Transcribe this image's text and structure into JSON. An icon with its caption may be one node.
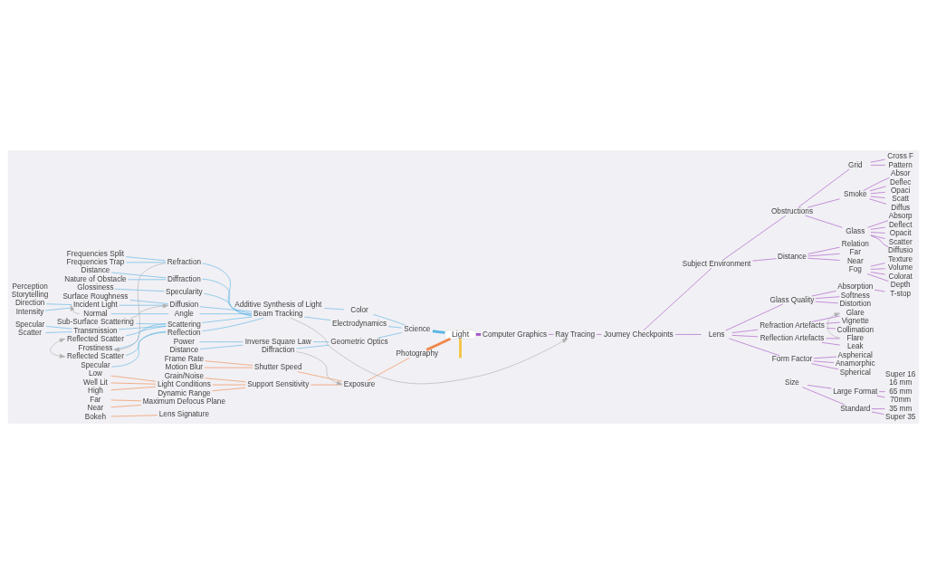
{
  "diagram": {
    "nodes": [
      {
        "text": [
          "Light"
        ]
      },
      {
        "text": [
          "Computer Graphics"
        ]
      },
      {
        "text": [
          "Ray Tracing"
        ]
      },
      {
        "text": [
          "Journey Checkpoints"
        ]
      },
      {
        "text": [
          "Subject Environment"
        ]
      },
      {
        "text": [
          "Fog"
        ]
      },
      {
        "text": [
          "Depth"
        ]
      },
      {
        "text": [
          "Texture"
        ]
      },
      {
        "text": [
          "Volume"
        ]
      },
      {
        "text": [
          "Colorat"
        ]
      },
      {
        "text": [
          "Obstructions"
        ]
      },
      {
        "text": [
          "Smoke"
        ]
      },
      {
        "text": [
          "Deflec"
        ]
      },
      {
        "text": [
          "Opaci"
        ]
      },
      {
        "text": [
          "Scatt"
        ]
      },
      {
        "text": [
          "Diffus"
        ]
      },
      {
        "text": [
          "Absor"
        ]
      },
      {
        "text": [
          "Glass"
        ]
      },
      {
        "text": [
          "Deflect"
        ]
      },
      {
        "text": [
          "Opacit"
        ]
      },
      {
        "text": [
          "Scatter"
        ]
      },
      {
        "text": [
          "Diffusio"
        ]
      },
      {
        "text": [
          "Absorp"
        ]
      },
      {
        "text": [
          "Grid"
        ]
      },
      {
        "text": [
          "Pattern"
        ]
      },
      {
        "text": [
          "Cross F"
        ]
      },
      {
        "text": [
          "Distance"
        ]
      },
      {
        "text": [
          "Far"
        ]
      },
      {
        "text": [
          "Near"
        ]
      },
      {
        "text": [
          "Relation"
        ]
      },
      {
        "text": [
          "Lens"
        ]
      },
      {
        "text": [
          "Glass Quality"
        ]
      },
      {
        "text": [
          "Softness"
        ]
      },
      {
        "text": [
          "Distortion"
        ]
      },
      {
        "text": [
          "Absorption"
        ]
      },
      {
        "text": [
          "T-stop"
        ]
      },
      {
        "text": [
          "Refraction Artefacts"
        ]
      },
      {
        "text": [
          "Vignette"
        ]
      },
      {
        "text": [
          "Collimation"
        ]
      },
      {
        "text": [
          "Glare"
        ]
      },
      {
        "text": [
          "Reflection Artefacts"
        ]
      },
      {
        "text": [
          "Flare"
        ]
      },
      {
        "text": [
          "Leak"
        ]
      },
      {
        "text": [
          "Form Factor"
        ]
      },
      {
        "text": [
          "Anamorphic"
        ]
      },
      {
        "text": [
          "Spherical"
        ]
      },
      {
        "text": [
          "Aspherical"
        ]
      },
      {
        "text": [
          "Size"
        ]
      },
      {
        "text": [
          "Large Format"
        ]
      },
      {
        "text": [
          "70mm"
        ]
      },
      {
        "text": [
          "65 mm"
        ]
      },
      {
        "text": [
          "Standard"
        ]
      },
      {
        "text": [
          "Super 35"
        ]
      },
      {
        "text": [
          "35 mm"
        ]
      },
      {
        "text": [
          "Super 16"
        ]
      },
      {
        "text": [
          "16 mm"
        ]
      },
      {
        "text": [
          "Photography"
        ]
      },
      {
        "text": [
          "Exposure"
        ]
      },
      {
        "text": [
          "Maximum Defocus Plane"
        ]
      },
      {
        "text": [
          "Near"
        ]
      },
      {
        "text": [
          "Far"
        ]
      },
      {
        "text": [
          "Lens Signature"
        ]
      },
      {
        "text": [
          "Bokeh"
        ]
      },
      {
        "text": [
          "Shutter Speed"
        ]
      },
      {
        "text": [
          "Motion Blur"
        ]
      },
      {
        "text": [
          "Frame Rate"
        ]
      },
      {
        "text": [
          "Support Sensitivity"
        ]
      },
      {
        "text": [
          "Grain/Noise"
        ]
      },
      {
        "text": [
          "Light Conditions"
        ]
      },
      {
        "text": [
          "Low"
        ]
      },
      {
        "text": [
          "Well Lit"
        ]
      },
      {
        "text": [
          "High"
        ]
      },
      {
        "text": [
          "Dynamic Range"
        ]
      },
      {
        "text": [
          "Science"
        ]
      },
      {
        "text": [
          "Geometric Optics"
        ]
      },
      {
        "text": [
          "Inverse Square Law"
        ]
      },
      {
        "text": [
          "Distance"
        ]
      },
      {
        "text": [
          "Power"
        ]
      },
      {
        "text": [
          "Diffraction"
        ]
      },
      {
        "text": [
          "Color"
        ]
      },
      {
        "text": [
          "Additive Synthesis of Light"
        ]
      },
      {
        "text": [
          "Electrodynamics"
        ]
      },
      {
        "text": [
          "Beam Tracking"
        ]
      },
      {
        "text": [
          "Specularity"
        ]
      },
      {
        "text": [
          "Glossiness"
        ]
      },
      {
        "text": [
          "Diffusion"
        ]
      },
      {
        "text": [
          "Surface Roughness"
        ]
      },
      {
        "text": [
          "Incident Light"
        ]
      },
      {
        "text": [
          "Direction"
        ]
      },
      {
        "text": [
          "Intensity"
        ]
      },
      {
        "text": [
          "Scattering"
        ]
      },
      {
        "text": [
          "Sub-Surface Scattering"
        ]
      },
      {
        "text": [
          "Transmission"
        ]
      },
      {
        "text": [
          "Specular"
        ]
      },
      {
        "text": [
          "Scatter"
        ]
      },
      {
        "text": [
          "Reflected Scatter"
        ]
      },
      {
        "text": [
          "Frostiness"
        ]
      },
      {
        "text": [
          "Refraction"
        ]
      },
      {
        "text": [
          "Frequencies Split"
        ]
      },
      {
        "text": [
          "Frequencies Trap"
        ]
      },
      {
        "text": [
          "Reflection"
        ]
      },
      {
        "text": [
          "Specular"
        ]
      },
      {
        "text": [
          "Reflected Scatter"
        ]
      },
      {
        "text": [
          "Angle"
        ]
      },
      {
        "text": [
          "Normal"
        ]
      },
      {
        "text": [
          "Diffraction"
        ]
      },
      {
        "text": [
          "Distance"
        ]
      },
      {
        "text": [
          "Nature of Obstacle"
        ]
      }
    ],
    "edges": [
      {
        "from": 0,
        "to": 1,
        "arrow": "none",
        "color": "#a855c8",
        "style": "thick"
      },
      {
        "from": 1,
        "to": 2,
        "arrow": "none",
        "color": "#a855c8"
      },
      {
        "from": 2,
        "to": 3,
        "arrow": "none",
        "color": "#a855c8"
      },
      {
        "from": 3,
        "to": 4,
        "arrow": "none",
        "color": "#a855c8"
      },
      {
        "from": 5,
        "to": 6,
        "arrow": "none",
        "color": "#a855c8"
      },
      {
        "from": 5,
        "to": 7,
        "arrow": "none",
        "color": "#a855c8"
      },
      {
        "from": 5,
        "to": 8,
        "arrow": "none",
        "color": "#a855c8"
      },
      {
        "from": 5,
        "to": 9,
        "arrow": "none",
        "color": "#a855c8"
      },
      {
        "from": 4,
        "to": 10,
        "arrow": "none",
        "color": "#a855c8"
      },
      {
        "from": 10,
        "to": 11,
        "arrow": "none",
        "color": "#a855c8"
      },
      {
        "from": 11,
        "to": 12,
        "arrow": "none",
        "color": "#a855c8"
      },
      {
        "from": 11,
        "to": 13,
        "arrow": "none",
        "color": "#a855c8"
      },
      {
        "from": 11,
        "to": 14,
        "arrow": "none",
        "color": "#a855c8"
      },
      {
        "from": 11,
        "to": 15,
        "arrow": "none",
        "color": "#a855c8"
      },
      {
        "from": 11,
        "to": 16,
        "arrow": "none",
        "color": "#a855c8"
      },
      {
        "from": 10,
        "to": 17,
        "arrow": "none",
        "color": "#a855c8"
      },
      {
        "from": 17,
        "to": 18,
        "arrow": "none",
        "color": "#a855c8"
      },
      {
        "from": 17,
        "to": 19,
        "arrow": "none",
        "color": "#a855c8"
      },
      {
        "from": 17,
        "to": 20,
        "arrow": "none",
        "color": "#a855c8"
      },
      {
        "from": 17,
        "to": 21,
        "arrow": "none",
        "color": "#a855c8"
      },
      {
        "from": 17,
        "to": 22,
        "arrow": "none",
        "color": "#a855c8"
      },
      {
        "from": 10,
        "to": 23,
        "arrow": "none",
        "color": "#a855c8"
      },
      {
        "from": 23,
        "to": 24,
        "arrow": "none",
        "color": "#a855c8"
      },
      {
        "from": 23,
        "to": 25,
        "arrow": "none",
        "color": "#a855c8"
      },
      {
        "from": 4,
        "to": 26,
        "arrow": "none",
        "color": "#a855c8"
      },
      {
        "from": 26,
        "to": 27,
        "arrow": "none",
        "color": "#a855c8"
      },
      {
        "from": 26,
        "to": 28,
        "arrow": "none",
        "color": "#a855c8"
      },
      {
        "from": 26,
        "to": 29,
        "arrow": "none",
        "color": "#a855c8"
      },
      {
        "from": 3,
        "to": 30,
        "arrow": "none",
        "color": "#a855c8"
      },
      {
        "from": 30,
        "to": 31,
        "arrow": "none",
        "color": "#a855c8"
      },
      {
        "from": 31,
        "to": 32,
        "arrow": "none",
        "color": "#a855c8"
      },
      {
        "from": 31,
        "to": 33,
        "arrow": "none",
        "color": "#a855c8"
      },
      {
        "from": 31,
        "to": 34,
        "arrow": "none",
        "color": "#a855c8"
      },
      {
        "from": 34,
        "to": 35,
        "arrow": "none",
        "color": "#a855c8"
      },
      {
        "from": 30,
        "to": 36,
        "arrow": "none",
        "color": "#a855c8"
      },
      {
        "from": 36,
        "to": 37,
        "arrow": "none",
        "color": "#a855c8"
      },
      {
        "from": 36,
        "to": 38,
        "arrow": "none",
        "color": "#a855c8"
      },
      {
        "from": 36,
        "to": 39,
        "arrow": "none",
        "color": "#a855c8"
      },
      {
        "from": 30,
        "to": 40,
        "arrow": "none",
        "color": "#a855c8"
      },
      {
        "from": 40,
        "to": 41,
        "arrow": "none",
        "color": "#a855c8"
      },
      {
        "from": 40,
        "to": 42,
        "arrow": "none",
        "color": "#a855c8"
      },
      {
        "from": 30,
        "to": 43,
        "arrow": "none",
        "color": "#a855c8"
      },
      {
        "from": 43,
        "to": 44,
        "arrow": "none",
        "color": "#a855c8"
      },
      {
        "from": 43,
        "to": 45,
        "arrow": "none",
        "color": "#a855c8"
      },
      {
        "from": 43,
        "to": 46,
        "arrow": "none",
        "color": "#a855c8"
      },
      {
        "from": 47,
        "to": 48,
        "arrow": "none",
        "color": "#a855c8"
      },
      {
        "from": 48,
        "to": 49,
        "arrow": "none",
        "color": "#a855c8"
      },
      {
        "from": 48,
        "to": 50,
        "arrow": "none",
        "color": "#a855c8"
      },
      {
        "from": 47,
        "to": 51,
        "arrow": "none",
        "color": "#a855c8"
      },
      {
        "from": 51,
        "to": 52,
        "arrow": "none",
        "color": "#a855c8"
      },
      {
        "from": 51,
        "to": 53,
        "arrow": "none",
        "color": "#a855c8"
      },
      {
        "from": 56,
        "to": 0,
        "arrow": "none",
        "color": "#f0874a",
        "style": "thick"
      },
      {
        "from": 57,
        "to": 56,
        "arrow": "none",
        "color": "#f0874a"
      },
      {
        "from": 59,
        "to": 58,
        "arrow": "none",
        "color": "#f0874a"
      },
      {
        "from": 60,
        "to": 58,
        "arrow": "none",
        "color": "#f0874a"
      },
      {
        "from": 62,
        "to": 61,
        "arrow": "none",
        "color": "#f0874a"
      },
      {
        "from": 63,
        "to": 57,
        "arrow": "none",
        "color": "#f0874a"
      },
      {
        "from": 64,
        "to": 63,
        "arrow": "none",
        "color": "#f0874a"
      },
      {
        "from": 65,
        "to": 63,
        "arrow": "none",
        "color": "#f0874a"
      },
      {
        "from": 66,
        "to": 57,
        "arrow": "none",
        "color": "#f0874a"
      },
      {
        "from": 67,
        "to": 66,
        "arrow": "none",
        "color": "#f0874a"
      },
      {
        "from": 68,
        "to": 66,
        "arrow": "none",
        "color": "#f0874a"
      },
      {
        "from": 69,
        "to": 68,
        "arrow": "none",
        "color": "#f0874a"
      },
      {
        "from": 70,
        "to": 68,
        "arrow": "none",
        "color": "#f0874a"
      },
      {
        "from": 71,
        "to": 68,
        "arrow": "none",
        "color": "#f0874a"
      },
      {
        "from": 72,
        "to": 66,
        "arrow": "none",
        "color": "#f0874a"
      },
      {
        "from": 73,
        "to": 0,
        "arrow": "none",
        "color": "#5ab4e6",
        "style": "thick"
      },
      {
        "from": 74,
        "to": 73,
        "arrow": "none",
        "color": "#5ab4e6"
      },
      {
        "from": 75,
        "to": 74,
        "arrow": "none",
        "color": "#5ab4e6"
      },
      {
        "from": 76,
        "to": 75,
        "arrow": "none",
        "color": "#5ab4e6"
      },
      {
        "from": 77,
        "to": 75,
        "arrow": "none",
        "color": "#5ab4e6"
      },
      {
        "from": 78,
        "to": 74,
        "arrow": "none",
        "color": "#5ab4e6"
      },
      {
        "from": 79,
        "to": 73,
        "arrow": "none",
        "color": "#5ab4e6"
      },
      {
        "from": 80,
        "to": 79,
        "arrow": "none",
        "color": "#5ab4e6"
      },
      {
        "from": 81,
        "to": 73,
        "arrow": "none",
        "color": "#5ab4e6"
      },
      {
        "from": 82,
        "to": 81,
        "arrow": "none",
        "color": "#5ab4e6"
      },
      {
        "from": 83,
        "to": 82,
        "arrow": "none",
        "color": "#5ab4e6"
      },
      {
        "from": 84,
        "to": 83,
        "arrow": "none",
        "color": "#5ab4e6"
      },
      {
        "from": 85,
        "to": 82,
        "arrow": "none",
        "color": "#5ab4e6"
      },
      {
        "from": 86,
        "to": 85,
        "arrow": "none",
        "color": "#5ab4e6"
      },
      {
        "from": 87,
        "to": 85,
        "arrow": "none",
        "color": "#5ab4e6"
      },
      {
        "from": 88,
        "to": 87,
        "arrow": "none",
        "color": "#5ab4e6"
      },
      {
        "from": 89,
        "to": 87,
        "arrow": "none",
        "color": "#5ab4e6"
      },
      {
        "from": 90,
        "to": 82,
        "arrow": "none",
        "color": "#5ab4e6"
      },
      {
        "from": 91,
        "to": 90,
        "arrow": "none",
        "color": "#5ab4e6"
      },
      {
        "from": 92,
        "to": 90,
        "arrow": "none",
        "color": "#5ab4e6"
      },
      {
        "from": 93,
        "to": 92,
        "arrow": "none",
        "color": "#5ab4e6"
      },
      {
        "from": 94,
        "to": 92,
        "arrow": "none",
        "color": "#5ab4e6"
      },
      {
        "from": 95,
        "to": 90,
        "arrow": "none",
        "color": "#5ab4e6"
      },
      {
        "from": 96,
        "to": 90,
        "arrow": "none",
        "color": "#5ab4e6"
      },
      {
        "from": 97,
        "to": 82,
        "arrow": "none",
        "color": "#5ab4e6"
      },
      {
        "from": 98,
        "to": 97,
        "arrow": "none",
        "color": "#5ab4e6"
      },
      {
        "from": 99,
        "to": 97,
        "arrow": "none",
        "color": "#5ab4e6"
      },
      {
        "from": 100,
        "to": 82,
        "arrow": "none",
        "color": "#5ab4e6"
      },
      {
        "from": 101,
        "to": 100,
        "arrow": "none",
        "color": "#5ab4e6"
      },
      {
        "from": 102,
        "to": 100,
        "arrow": "none",
        "color": "#5ab4e6"
      },
      {
        "from": 103,
        "to": 82,
        "arrow": "none",
        "color": "#5ab4e6"
      },
      {
        "from": 104,
        "to": 103,
        "arrow": "none",
        "color": "#5ab4e6"
      },
      {
        "from": 105,
        "to": 82,
        "arrow": "none",
        "color": "#5ab4e6"
      },
      {
        "from": 106,
        "to": 105,
        "arrow": "none",
        "color": "#5ab4e6"
      },
      {
        "from": 107,
        "to": 105,
        "arrow": "none",
        "color": "#5ab4e6"
      },
      {
        "from": 0,
        "to": null,
        "arrow": "none",
        "color": "#f5c342",
        "style": "thick"
      },
      {
        "from": 78,
        "to": 57,
        "arrow": "to",
        "color": "#b0b0b0"
      },
      {
        "from": 82,
        "to": 2,
        "arrow": "to",
        "color": "#b0b0b0"
      },
      {
        "from": 104,
        "to": 87,
        "arrow": "to",
        "color": "#b0b0b0"
      },
      {
        "from": 97,
        "to": 96,
        "arrow": "to",
        "color": "#b0b0b0"
      },
      {
        "from": 95,
        "to": 102,
        "arrow": "both",
        "color": "#b0b0b0"
      },
      {
        "from": 91,
        "to": 85,
        "arrow": "to",
        "color": "#b0b0b0"
      },
      {
        "from": 41,
        "to": 39,
        "arrow": "to",
        "color": "#b0b0b0"
      }
    ],
    "labels": [
      "Storytelling",
      "Perception"
    ]
  }
}
